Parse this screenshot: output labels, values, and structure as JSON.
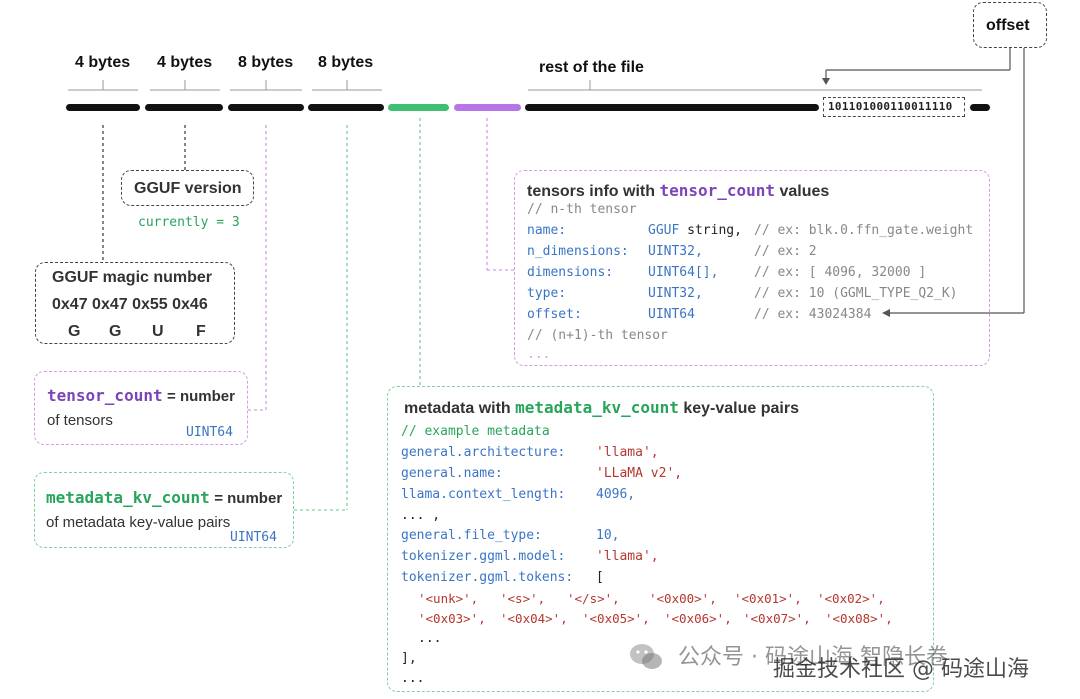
{
  "header": {
    "seg1": "4 bytes",
    "seg2": "4 bytes",
    "seg3": "8 bytes",
    "seg4": "8 bytes",
    "rest": "rest of the file",
    "offset_label": "offset",
    "bits": "101101000110011110"
  },
  "version_box": {
    "title": "GGUF version",
    "note": "currently = 3"
  },
  "magic_box": {
    "title": "GGUF magic number",
    "hex": "0x47 0x47 0x55 0x46",
    "letters": [
      "G",
      "G",
      "U",
      "F"
    ]
  },
  "tensor_count_box": {
    "code": "tensor_count",
    "text1": "= number",
    "text2": "of tensors",
    "type": "UINT64"
  },
  "kv_count_box": {
    "code": "metadata_kv_count",
    "text1": "= number",
    "text2": "of metadata key-value pairs",
    "type": "UINT64"
  },
  "tensors_info": {
    "title_pre": "tensors info with",
    "title_code": "tensor_count",
    "title_post": "values",
    "comment1": "// n-th tensor",
    "rows": [
      {
        "key": "name:",
        "type": "GGUF",
        "type2": " string,",
        "comment": "// ex: blk.0.ffn_gate.weight"
      },
      {
        "key": "n_dimensions:",
        "type": "UINT32,",
        "type2": "",
        "comment": "// ex: 2"
      },
      {
        "key": "dimensions:",
        "type": "UINT64[],",
        "type2": "",
        "comment": "// ex: [ 4096, 32000 ]"
      },
      {
        "key": "type:",
        "type": "UINT32,",
        "type2": "",
        "comment": "// ex: 10 (GGML_TYPE_Q2_K)"
      },
      {
        "key": "offset:",
        "type": "UINT64",
        "type2": "",
        "comment": "// ex: 43024384"
      }
    ],
    "comment2": "// (n+1)-th tensor",
    "ellipsis": "..."
  },
  "metadata": {
    "title_pre": "metadata with",
    "title_code": "metadata_kv_count",
    "title_post": "key-value pairs",
    "comment": "// example metadata",
    "rows": [
      {
        "key": "general.architecture:",
        "value": "'llama',",
        "kind": "str"
      },
      {
        "key": "general.name:",
        "value": "'LLaMA v2',",
        "kind": "str"
      },
      {
        "key": "llama.context_length:",
        "value": "4096,",
        "kind": "num"
      },
      {
        "key": "... ,",
        "value": "",
        "kind": "none"
      },
      {
        "key": "general.file_type:",
        "value": "10,",
        "kind": "num"
      },
      {
        "key": "tokenizer.ggml.model:",
        "value": "'llama',",
        "kind": "str"
      },
      {
        "key": "tokenizer.ggml.tokens:",
        "value": "[",
        "kind": "plain"
      }
    ],
    "tokens_line1": [
      "'<unk>',",
      "'<s>',",
      "'</s>',",
      "'<0x00>',",
      "'<0x01>',",
      "'<0x02>',"
    ],
    "tokens_line2": [
      "'<0x03>',",
      "'<0x04>',",
      "'<0x05>',",
      "'<0x06>',",
      "'<0x07>',",
      "'<0x08>',"
    ],
    "inner_ellipsis": "...",
    "close": "],",
    "end_ellipsis": "..."
  },
  "watermark": {
    "line1": "公众号 · 码途山海 智隐长卷",
    "line2": "掘金技术社区 @ 码途山海"
  },
  "colors": {
    "purple_bar": "#b676e8",
    "green_bar": "#3ebf72",
    "black_bar": "#111111"
  }
}
